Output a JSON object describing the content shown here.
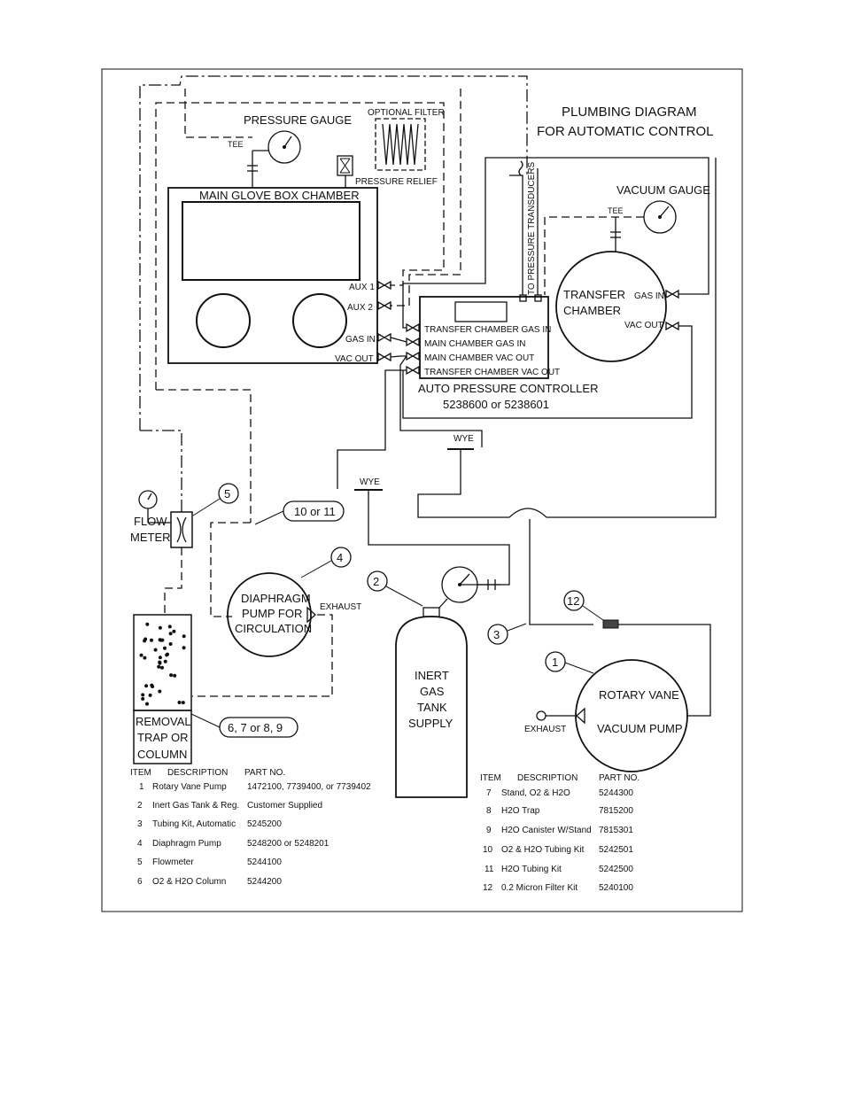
{
  "title": {
    "line1": "PLUMBING DIAGRAM",
    "line2": "FOR AUTOMATIC CONTROL"
  },
  "components": {
    "pressure_gauge": "PRESSURE GAUGE",
    "tee_main": "TEE",
    "optional_filter": "OPTIONAL FILTER",
    "pressure_relief": "PRESSURE RELIEF",
    "main_chamber": "MAIN GLOVE BOX CHAMBER",
    "port_aux1": "AUX 1",
    "port_aux2": "AUX 2",
    "port_gas_in": "GAS IN",
    "port_vac_out": "VAC OUT",
    "to_pressure_transducers": "TO PRESSURE TRANSDUCERS",
    "vacuum_gauge": "VACUUM GAUGE",
    "tee_transfer": "TEE",
    "transfer_chamber_line1": "TRANSFER",
    "transfer_chamber_line2": "CHAMBER",
    "transfer_gas_in": "GAS IN",
    "transfer_vac_out": "VAC OUT",
    "apc_port1": "TRANSFER CHAMBER GAS IN",
    "apc_port2": "MAIN CHAMBER GAS IN",
    "apc_port3": "MAIN CHAMBER VAC OUT",
    "apc_port4": "TRANSFER CHAMBER VAC OUT",
    "apc_name": "AUTO PRESSURE CONTROLLER",
    "apc_part": "5238600 or 5238601",
    "wye_right": "WYE",
    "wye_left": "WYE",
    "flow_meter_line1": "FLOW",
    "flow_meter_line2": "METER",
    "callout_5": "5",
    "callout_10_11": "10 or 11",
    "callout_4": "4",
    "diaphragm_line1": "DIAPHRAGM",
    "diaphragm_line2": "PUMP FOR",
    "diaphragm_line3": "CIRCULATION",
    "exhaust_diaphragm": "EXHAUST",
    "callout_2": "2",
    "tank_line1": "INERT",
    "tank_line2": "GAS",
    "tank_line3": "TANK",
    "tank_line4": "SUPPLY",
    "callout_12": "12",
    "callout_3": "3",
    "callout_1": "1",
    "rotary_line1": "ROTARY VANE",
    "rotary_line2": "VACUUM PUMP",
    "exhaust_rotary": "EXHAUST",
    "trap_line1": "REMOVAL",
    "trap_line2": "TRAP OR",
    "trap_line3": "COLUMN",
    "callout_6_9": "6, 7 or 8, 9"
  },
  "parts_left": {
    "headers": [
      "ITEM",
      "DESCRIPTION",
      "PART NO."
    ],
    "rows": [
      [
        "1",
        "Rotary Vane Pump",
        "1472100, 7739400, or 7739402"
      ],
      [
        "2",
        "Inert Gas Tank & Reg.",
        "Customer Supplied"
      ],
      [
        "3",
        "Tubing Kit, Automatic",
        "5245200"
      ],
      [
        "4",
        "Diaphragm Pump",
        "5248200 or 5248201"
      ],
      [
        "5",
        "Flowmeter",
        "5244100"
      ],
      [
        "6",
        "O2 & H2O Column",
        "5244200"
      ]
    ]
  },
  "parts_right": {
    "headers": [
      "ITEM",
      "DESCRIPTION",
      "PART NO."
    ],
    "rows": [
      [
        "7",
        "Stand, O2 & H2O",
        "5244300"
      ],
      [
        "8",
        "H2O Trap",
        "7815200"
      ],
      [
        "9",
        "H2O Canister W/Stand",
        "7815301"
      ],
      [
        "10",
        "O2 & H2O Tubing Kit",
        "5242501"
      ],
      [
        "11",
        "H2O Tubing Kit",
        "5242500"
      ],
      [
        "12",
        "0.2 Micron Filter Kit",
        "5240100"
      ]
    ]
  }
}
